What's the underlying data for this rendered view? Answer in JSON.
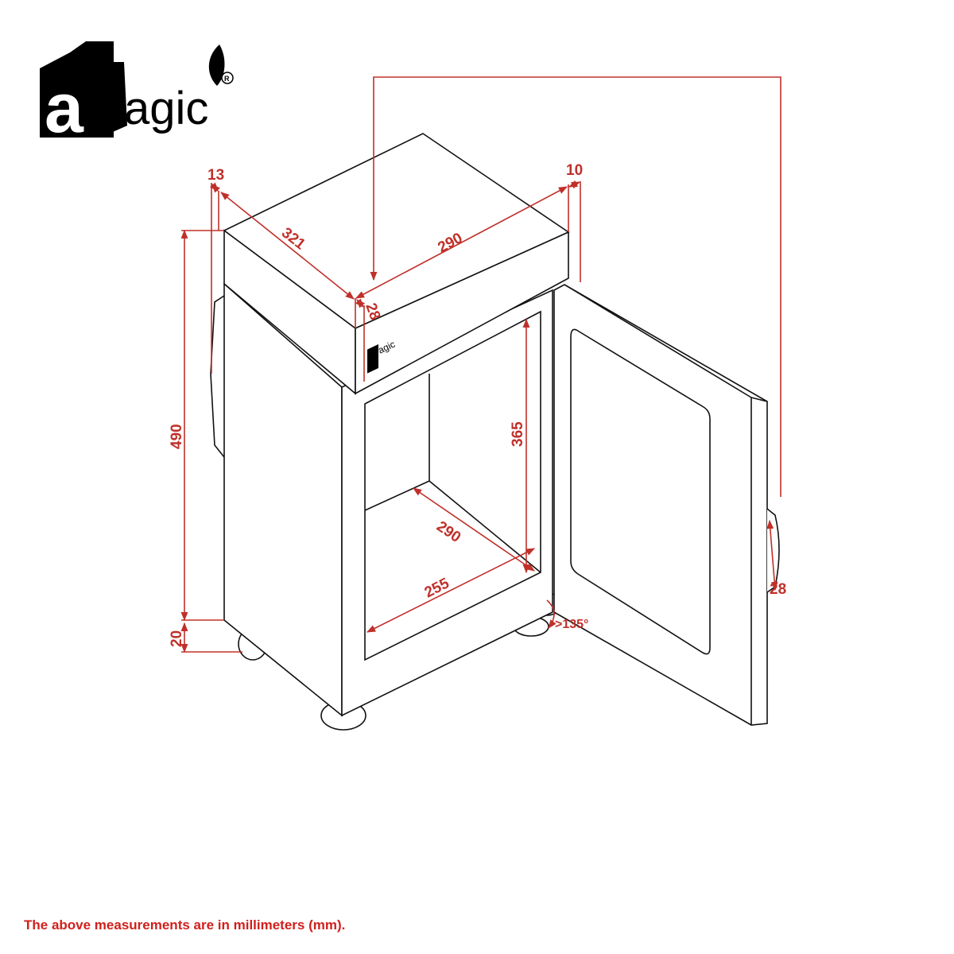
{
  "brand": {
    "logo_text": "aMagic",
    "registered": "®"
  },
  "dimensions": {
    "top_depth": "321",
    "top_width": "290",
    "top_left_offset": "13",
    "top_right_offset": "10",
    "top_front_offset": "28",
    "height": "490",
    "foot_height": "20",
    "inner_height": "365",
    "inner_depth": "290",
    "inner_width": "255",
    "handle_depth": "28",
    "door_angle": ">135°"
  },
  "colors": {
    "dimension": "#c0302a",
    "outline": "#111111"
  },
  "footer": {
    "note": "The above measurements are in millimeters (mm)."
  }
}
